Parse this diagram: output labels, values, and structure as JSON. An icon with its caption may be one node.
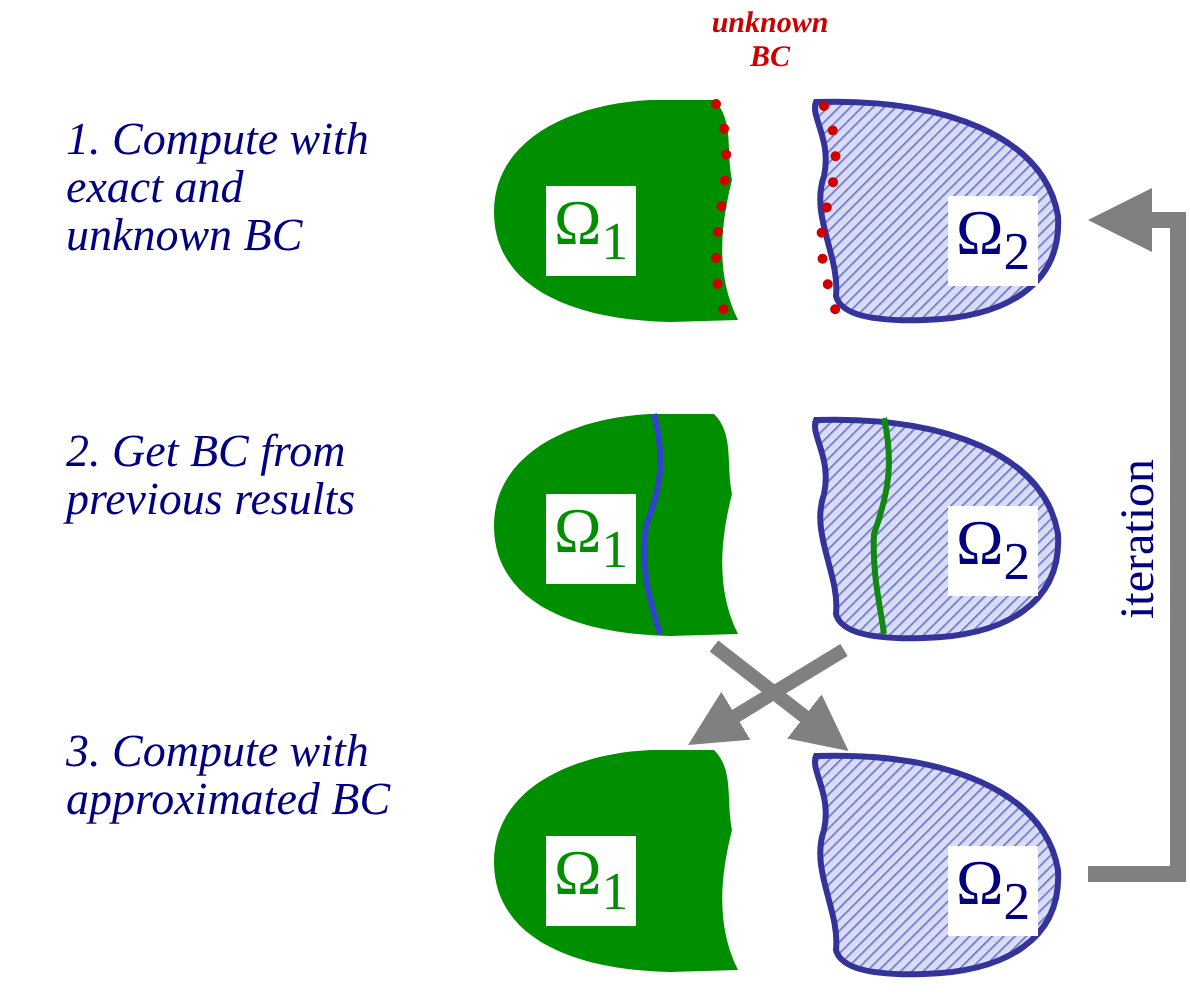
{
  "diagram": {
    "nodes": [
      {
        "text": [
          "Ω$_{1}$"
        ]
      },
      {
        "text": [
          "Ω$_{2}$"
        ]
      },
      {
        "text": [
          "Ω$_{1}$"
        ]
      },
      {
        "text": [
          "Ω$_{2}$"
        ]
      },
      {
        "text": [
          "Ω$_{1}$"
        ]
      },
      {
        "text": [
          "Ω$_{2}$"
        ]
      }
    ],
    "edges": [
      {
        "from": 2,
        "to": 5,
        "arrow": "to"
      },
      {
        "from": 3,
        "to": 4,
        "arrow": "to"
      },
      {
        "from": 5,
        "to": 1,
        "arrow": "to",
        "label": "iteration"
      }
    ],
    "labels": [
      "1. Compute with exact and unknown BC",
      "unknown BC",
      "2. Get BC from previous results",
      "3. Compute with approximated BC"
    ]
  }
}
